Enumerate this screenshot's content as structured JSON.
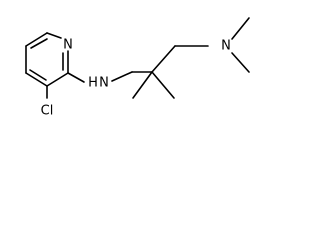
{
  "molecule": {
    "atoms": {
      "pyridine_n": "N",
      "amine_n": "N",
      "amine_h": "H",
      "dimethylamine_n": "N",
      "chlorine": "Cl"
    }
  },
  "colors": {
    "bond": "#000000",
    "text": "#000000",
    "background": "#ffffff"
  }
}
